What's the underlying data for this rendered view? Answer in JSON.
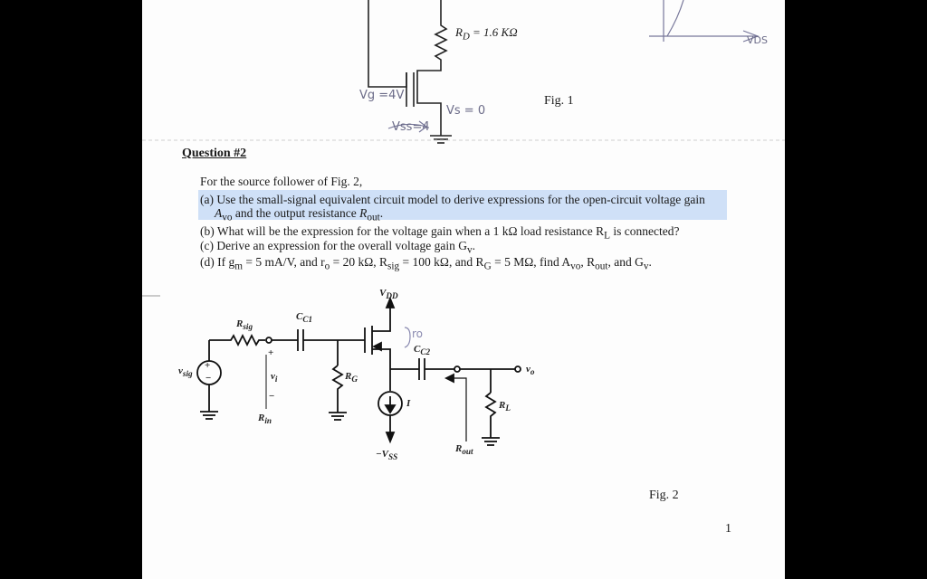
{
  "document": {
    "fig1_circuit": {
      "rd_label": "R",
      "rd_sub": "D",
      "rd_value": " = 1.6 KΩ",
      "caption": "Fig. 1",
      "handwritten_vg": "Vg =4V",
      "handwritten_vs": "Vs = 0",
      "handwritten_vss": "Vss=4",
      "handwritten_vds": "VDS"
    },
    "question": {
      "title": "Question #2",
      "intro": "For the source follower of Fig. 2,",
      "part_a_line1": "(a) Use the small-signal equivalent circuit model to derive expressions for the open-circuit voltage gain",
      "part_a_line2_sym": "A",
      "part_a_line2_sub": "vo",
      "part_a_line2_text": " and the output resistance ",
      "part_a_line2_r": "R",
      "part_a_line2_rsub": "out",
      "part_a_line2_end": ".",
      "part_b": "(b) What will be the expression for the voltage gain when a 1 kΩ load resistance R",
      "part_b_sub": "L",
      "part_b_end": " is connected?",
      "part_c": "(c) Derive an expression for the overall voltage gain G",
      "part_c_sub": "v",
      "part_c_end": ".",
      "part_d": "(d) If g",
      "part_d_1": "m",
      "part_d_2": " = 5 mA/V, and r",
      "part_d_3": "o",
      "part_d_4": " = 20 kΩ,  R",
      "part_d_5": "sig",
      "part_d_6": " = 100 kΩ, and  R",
      "part_d_7": "G",
      "part_d_8": " = 5 MΩ, find A",
      "part_d_9": "vo",
      "part_d_10": ", R",
      "part_d_11": "out",
      "part_d_12": ", and G",
      "part_d_13": "v",
      "part_d_14": "."
    },
    "fig2_circuit": {
      "vdd": "V",
      "vdd_sub": "DD",
      "rsig": "R",
      "rsig_sub": "sig",
      "cc1": "C",
      "cc1_sub": "C1",
      "cc2": "C",
      "cc2_sub": "C2",
      "vsig": "v",
      "vsig_sub": "sig",
      "vi": "v",
      "vi_sub": "i",
      "plus": "+",
      "minus": "−",
      "rin": "R",
      "rin_sub": "in",
      "rg": "R",
      "rg_sub": "G",
      "i": "I",
      "vss": "−V",
      "vss_sub": "SS",
      "rout": "R",
      "rout_sub": "out",
      "rl": "R",
      "rl_sub": "L",
      "vo": "v",
      "vo_sub": "o",
      "handwritten_ro": "ro",
      "caption": "Fig. 2"
    },
    "page_number": "1"
  }
}
